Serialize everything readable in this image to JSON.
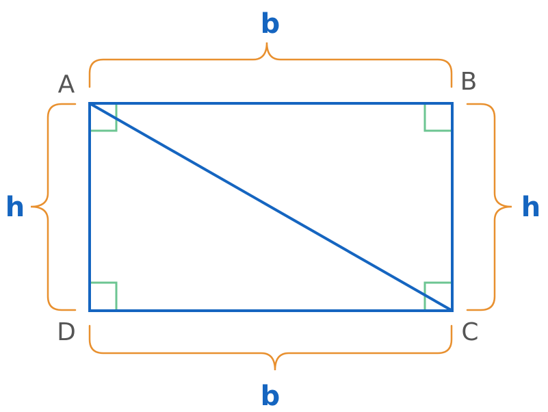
{
  "vertices": {
    "a": "A",
    "b": "B",
    "c": "C",
    "d": "D"
  },
  "dimensions": {
    "top": "b",
    "bottom": "b",
    "left": "h",
    "right": "h"
  },
  "colors": {
    "rectangle": "#1565c0",
    "bracket": "#e8902f",
    "right_angle": "#6cc592",
    "vertex_label": "#555555",
    "dimension_label": "#1565c0"
  }
}
